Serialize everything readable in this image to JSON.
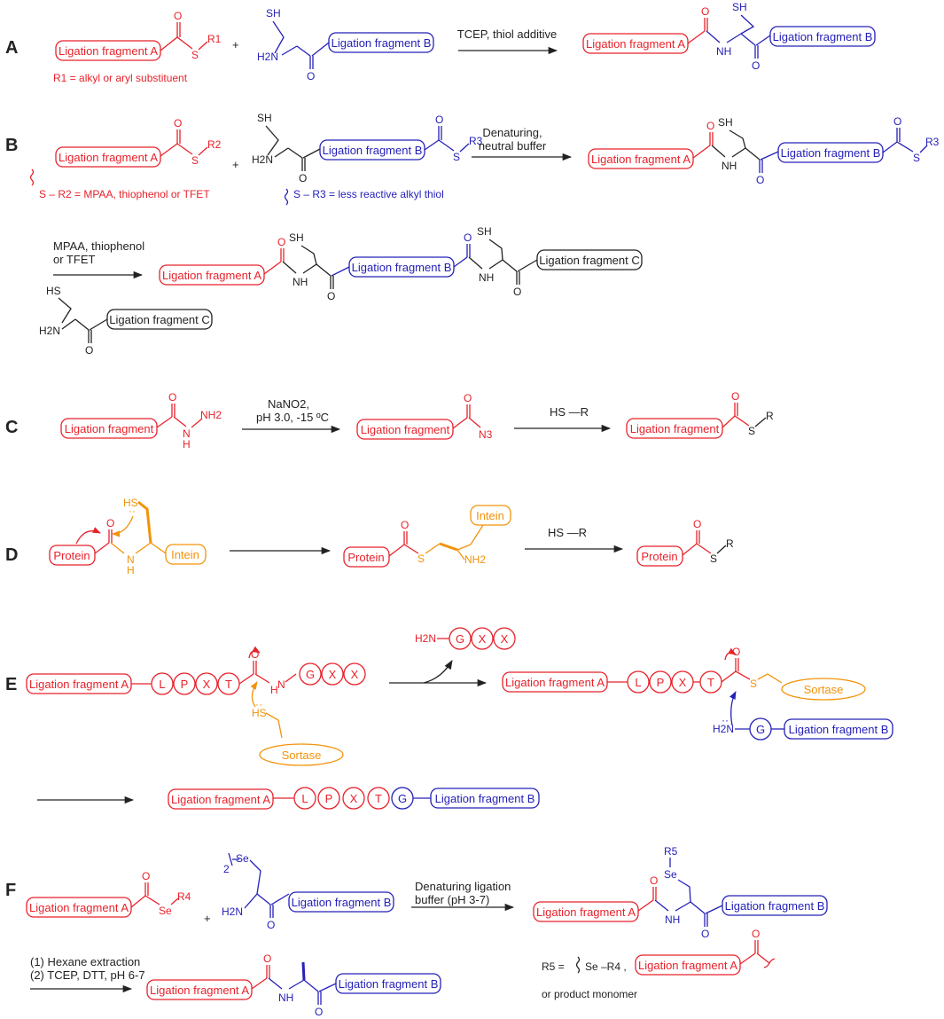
{
  "panels": {
    "A": "A",
    "B": "B",
    "C": "C",
    "D": "D",
    "E": "E",
    "F": "F"
  },
  "fragments": {
    "frag_a": "Ligation fragment A",
    "frag_b": "Ligation fragment B",
    "frag_c": "Ligation fragment C",
    "frag": "Ligation fragment",
    "protein": "Protein",
    "intein": "Intein",
    "sortase": "Sortase"
  },
  "atoms": {
    "O": "O",
    "S": "S",
    "SH": "SH",
    "HS": "HS",
    "H2N": "H2N",
    "NH": "NH",
    "N": "N",
    "H": "H",
    "NH2": "NH2",
    "N3": "N3",
    "R": "R",
    "R1": "R1",
    "R2": "R2",
    "R3": "R3",
    "R4": "R4",
    "R5": "R5",
    "Se": "Se",
    "plus": "+",
    "two": "2"
  },
  "residues": {
    "L": "L",
    "P": "P",
    "X": "X",
    "T": "T",
    "G": "G"
  },
  "conditions": {
    "a_reagent": "TCEP, thiol additive",
    "b_line1": "Denaturing,",
    "b_line2": "neutral buffer",
    "b2_line1": "MPAA, thiophenol",
    "b2_line2": "or TFET",
    "c_line1": "NaNO2,",
    "c_line2": "pH 3.0, -15 ºC",
    "thiol": "HS —R",
    "f_line1": "Denaturing ligation",
    "f_line2": "buffer (pH 3-7)",
    "f2_line1": "(1) Hexane extraction",
    "f2_line2": "(2) TCEP, DTT, pH 6-7"
  },
  "notes": {
    "a_r1": "R1 = alkyl or aryl substituent",
    "b_r2": "S – R2 = MPAA, thiophenol or TFET",
    "b_r3": "S – R3 = less reactive alkyl thiol",
    "f_r5": "R5 = ",
    "f_r5_b": "Se –R4 ,",
    "f_monomer": "or product monomer"
  },
  "colors": {
    "red": "#e8222b",
    "blue": "#2521b8",
    "black": "#222222",
    "orange": "#f2930a"
  }
}
